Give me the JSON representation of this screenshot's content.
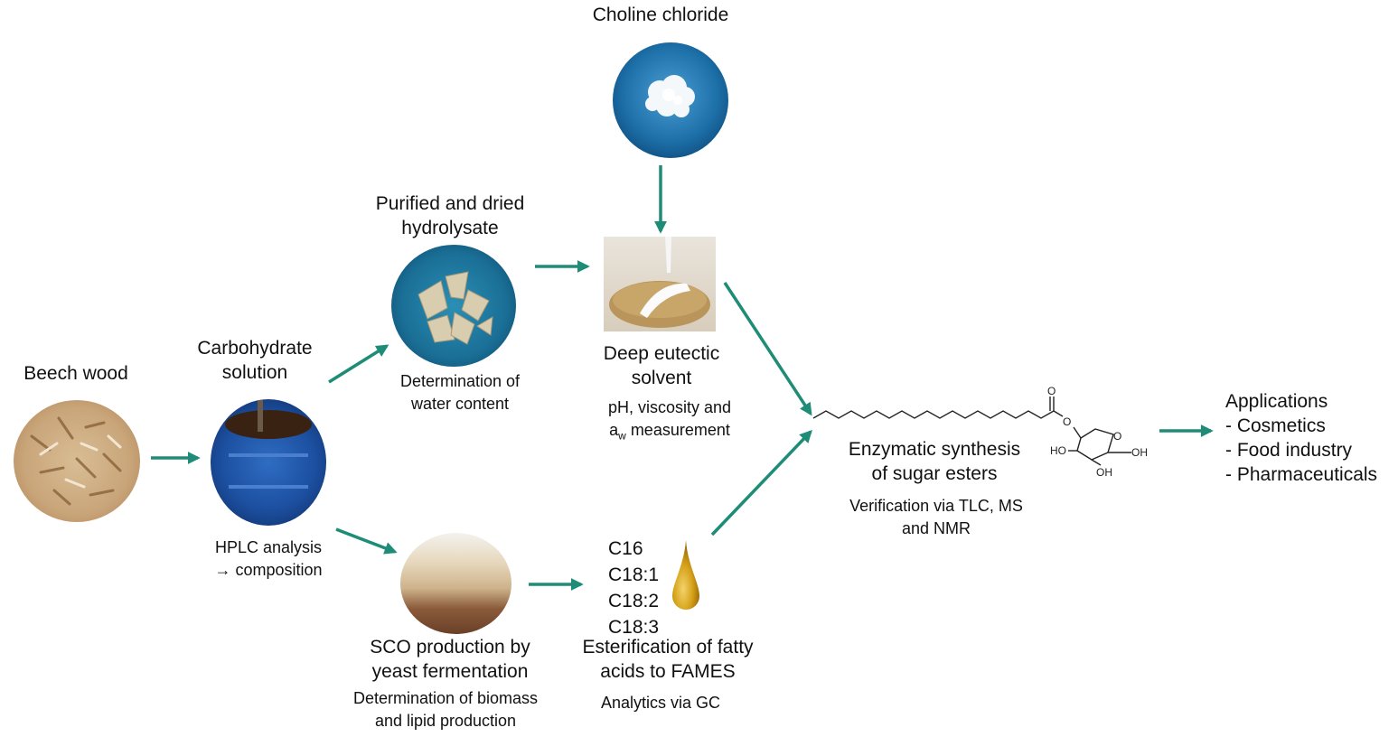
{
  "nodes": {
    "choline": {
      "label": "Choline chloride"
    },
    "beech": {
      "label": "Beech wood"
    },
    "carb": {
      "label_lines": [
        "Carbohydrate",
        "solution"
      ],
      "note_lines": [
        "HPLC analysis",
        "→ composition"
      ]
    },
    "hydro": {
      "label_lines": [
        "Purified and dried",
        "hydrolysate"
      ],
      "note_lines": [
        "Determination of",
        "water content"
      ]
    },
    "des": {
      "label_lines": [
        "Deep eutectic",
        "solvent"
      ],
      "note_line1": "pH, viscosity and",
      "note_a": "a",
      "note_w": "w",
      "note_rest": " measurement"
    },
    "sco": {
      "label_lines": [
        "SCO production by",
        "yeast fermentation"
      ],
      "note_lines": [
        "Determination of biomass",
        "and lipid production"
      ]
    },
    "fatty": {
      "acids": [
        "C16",
        "C18:1",
        "C18:2",
        "C18:3"
      ],
      "label_lines": [
        "Esterification of fatty",
        "acids to FAMES"
      ],
      "note": "Analytics via GC"
    },
    "enzymatic": {
      "label_lines": [
        "Enzymatic synthesis",
        "of sugar esters"
      ],
      "note_lines": [
        "Verification via TLC, MS",
        "and NMR"
      ]
    },
    "applications": {
      "title": "Applications",
      "items": [
        "- Cosmetics",
        "- Food industry",
        "- Pharmaceuticals"
      ]
    }
  },
  "molecule": {
    "atoms": [
      "O",
      "O",
      "O",
      "HO",
      "OH",
      "OH"
    ]
  },
  "colors": {
    "arrow": "#1e8c76",
    "photo_blue": "#1d6fa8",
    "wood": "#c9a57a",
    "oil": "#d4a017"
  }
}
